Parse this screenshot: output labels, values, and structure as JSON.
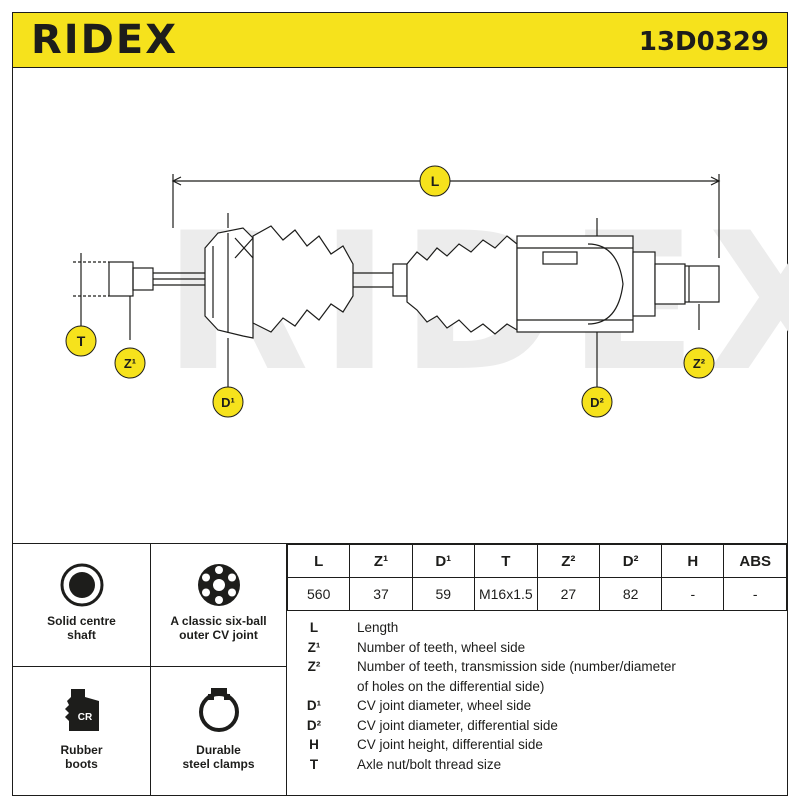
{
  "header": {
    "brand": "RIDEX",
    "part_number": "13D0329"
  },
  "diagram": {
    "labels": {
      "L": "L",
      "T": "T",
      "Z1": "Z¹",
      "D1": "D¹",
      "D2": "D²",
      "Z2": "Z²"
    },
    "watermark": "RIDEX"
  },
  "features": [
    {
      "icon": "solid-shaft-icon",
      "label_lines": [
        "Solid centre",
        "shaft"
      ]
    },
    {
      "icon": "six-ball-joint-icon",
      "label_lines": [
        "A classic six-ball",
        "outer CV joint"
      ]
    },
    {
      "icon": "rubber-boot-icon",
      "label_lines": [
        "Rubber",
        "boots"
      ],
      "icon_text": "CR"
    },
    {
      "icon": "steel-clamp-icon",
      "label_lines": [
        "Durable",
        "steel clamps"
      ]
    }
  ],
  "spec_table": {
    "headers": [
      "L",
      "Z¹",
      "D¹",
      "T",
      "Z²",
      "D²",
      "H",
      "ABS"
    ],
    "values": [
      "560",
      "37",
      "59",
      "M16x1.5",
      "27",
      "82",
      "-",
      "-"
    ]
  },
  "legend": [
    {
      "key": "L",
      "text": "Length"
    },
    {
      "key": "Z¹",
      "text": "Number of teeth, wheel side"
    },
    {
      "key": "Z²",
      "text": "Number of teeth, transmission side (number/diameter"
    },
    {
      "key": "",
      "text": "of holes on the differential side)"
    },
    {
      "key": "D¹",
      "text": "CV joint diameter, wheel side"
    },
    {
      "key": "D²",
      "text": "CV joint diameter, differential side"
    },
    {
      "key": "H",
      "text": "CV joint height, differential side"
    },
    {
      "key": "T",
      "text": "Axle nut/bolt thread size"
    }
  ],
  "colors": {
    "accent": "#f6e21c",
    "ink": "#1d1d1b",
    "watermark": "#ececec"
  }
}
